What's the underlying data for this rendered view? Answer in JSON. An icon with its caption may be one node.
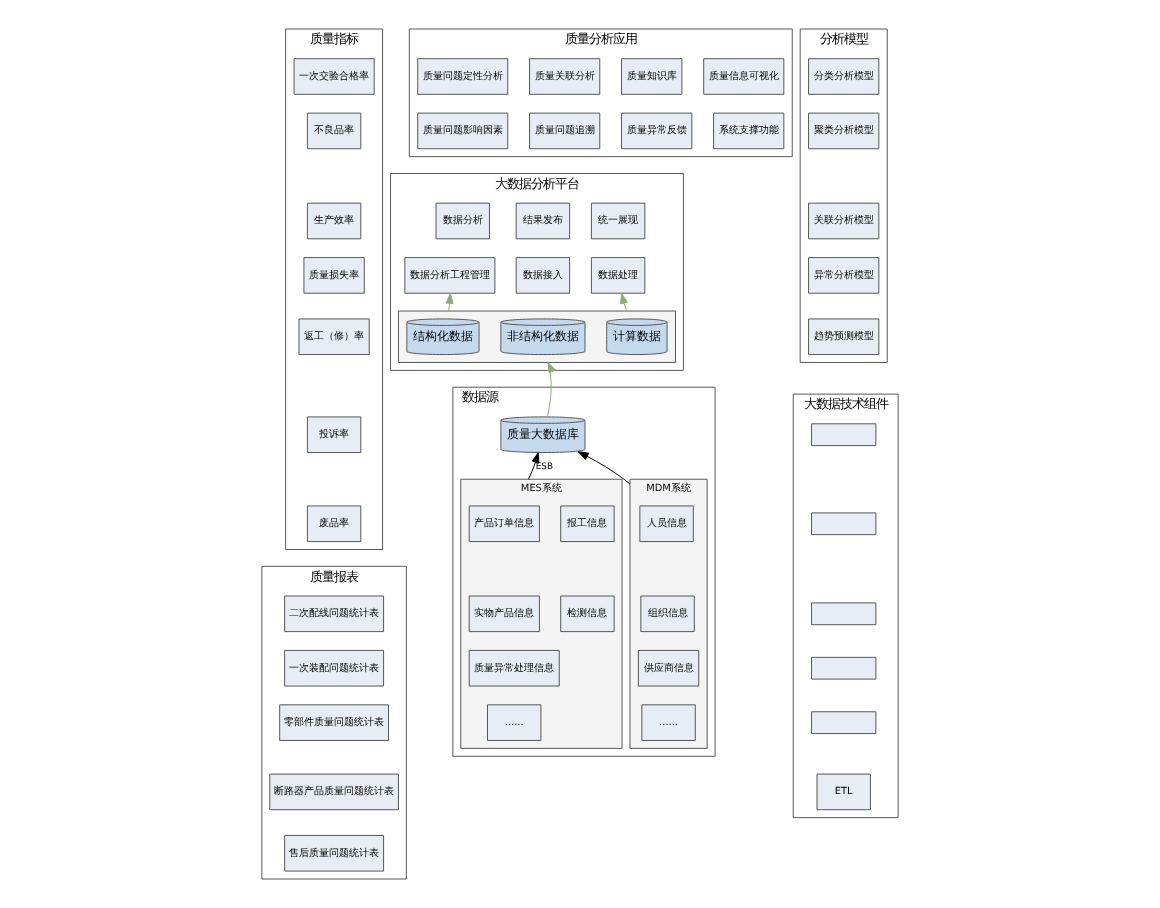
{
  "diagram": {
    "nodes": [
      {
        "text": [
          "质量指标"
        ]
      },
      {
        "text": [
          "一次交验合格率"
        ],
        "in": 0
      },
      {
        "text": [
          "不良品率"
        ],
        "in": 0
      },
      {
        "text": [
          "生产效率"
        ],
        "in": 0
      },
      {
        "text": [
          "质量损失率"
        ],
        "in": 0
      },
      {
        "text": [
          "返工（修）率"
        ],
        "in": 0
      },
      {
        "text": [
          "投诉率"
        ],
        "in": 0
      },
      {
        "text": [
          "废品率"
        ],
        "in": 0
      },
      {
        "text": [
          "质量报表"
        ]
      },
      {
        "text": [
          "二次配线问题统计表"
        ],
        "in": 8
      },
      {
        "text": [
          "一次装配问题统计表"
        ],
        "in": 8
      },
      {
        "text": [
          "零部件质量问题统计表"
        ],
        "in": 8
      },
      {
        "text": [
          "断路器产品质量问题统计表"
        ],
        "in": 8
      },
      {
        "text": [
          "售后质量问题统计表"
        ],
        "in": 8
      },
      {
        "text": [
          "质量分析应用"
        ]
      },
      {
        "text": [
          "质量问题定性分析"
        ],
        "in": 14
      },
      {
        "text": [
          "质量关联分析"
        ],
        "in": 14
      },
      {
        "text": [
          "质量知识库"
        ],
        "in": 14
      },
      {
        "text": [
          "质量信息可视化"
        ],
        "in": 14
      },
      {
        "text": [
          "质量问题影响因素"
        ],
        "in": 14
      },
      {
        "text": [
          "质量问题追溯"
        ],
        "in": 14
      },
      {
        "text": [
          "质量异常反馈"
        ],
        "in": 14
      },
      {
        "text": [
          "系统支撑功能"
        ],
        "in": 14
      },
      {
        "text": [
          "大数据分析平台"
        ]
      },
      {
        "text": [
          "数据分析"
        ],
        "in": 23
      },
      {
        "text": [
          "结果发布"
        ],
        "in": 23
      },
      {
        "text": [
          "统一展现"
        ],
        "in": 23
      },
      {
        "text": [
          "数据分析工程管理"
        ],
        "in": 23
      },
      {
        "text": [
          "数据接入"
        ],
        "in": 23
      },
      {
        "text": [
          "数据处理"
        ],
        "in": 23
      },
      {
        "text": [],
        "shape": "box",
        "in": 23
      },
      {
        "text": [
          "结构化数据"
        ],
        "in": 30
      },
      {
        "text": [
          "非结构化数据"
        ],
        "in": 30
      },
      {
        "text": [
          "计算数据"
        ],
        "in": 30
      },
      {
        "text": [
          "数据源"
        ]
      },
      {
        "text": [
          "质量大数据库"
        ],
        "in": 34
      },
      {
        "text": [
          "MES系统"
        ],
        "in": 34
      },
      {
        "text": [
          "产品订单信息"
        ],
        "in": 36
      },
      {
        "text": [
          "报工信息"
        ],
        "in": 36
      },
      {
        "text": [
          "实物产品信息"
        ],
        "in": 36
      },
      {
        "text": [
          "检测信息"
        ],
        "in": 36
      },
      {
        "text": [
          "质量异常处理信息"
        ],
        "in": 36
      },
      {
        "text": [
          "......"
        ],
        "in": 36
      },
      {
        "text": [
          "MDM系统"
        ],
        "in": 34
      },
      {
        "text": [
          "人员信息"
        ],
        "in": 43
      },
      {
        "text": [
          "组织信息"
        ],
        "in": 43
      },
      {
        "text": [
          "供应商信息"
        ],
        "in": 43
      },
      {
        "text": [
          "......"
        ],
        "in": 43
      },
      {
        "text": [
          "分析模型"
        ]
      },
      {
        "text": [
          "分类分析模型"
        ],
        "in": 48
      },
      {
        "text": [
          "聚类分析模型"
        ],
        "in": 48
      },
      {
        "text": [
          "关联分析模型"
        ],
        "in": 48
      },
      {
        "text": [
          "异常分析模型"
        ],
        "in": 48
      },
      {
        "text": [
          "趋势预测模型"
        ],
        "in": 48
      },
      {
        "text": [
          "大数据技术组件"
        ]
      },
      {
        "text": [],
        "shape": "box",
        "in": 54
      },
      {
        "text": [],
        "shape": "box",
        "in": 54
      },
      {
        "text": [],
        "shape": "box",
        "in": 54
      },
      {
        "text": [],
        "shape": "box",
        "in": 54
      },
      {
        "text": [],
        "shape": "box",
        "in": 54
      },
      {
        "text": [
          "ETL"
        ],
        "in": 54
      }
    ],
    "edges": [
      {
        "from": 30,
        "to": 27,
        "arrow": "to"
      },
      {
        "from": 30,
        "to": 29,
        "arrow": "to"
      },
      {
        "from": 35,
        "to": 30,
        "arrow": "to"
      },
      {
        "from": 36,
        "to": 35,
        "arrow": "to",
        "label": "ESB",
        "color": "#000000"
      },
      {
        "from": 43,
        "to": 35,
        "arrow": "to",
        "color": "#000000"
      }
    ]
  }
}
